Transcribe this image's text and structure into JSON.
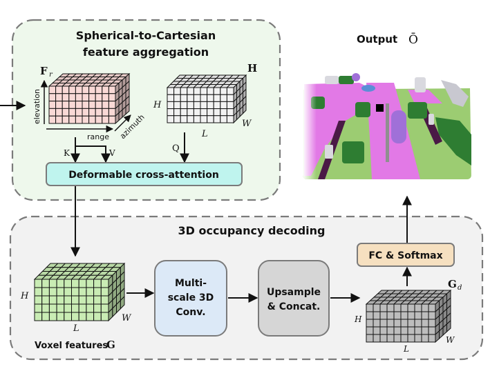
{
  "panels": {
    "aggregation": {
      "title_line1": "Spherical-to-Cartesian",
      "title_line2": "feature aggregation",
      "bg_color": "#eef8ec"
    },
    "decoding": {
      "title": "3D occupancy decoding",
      "bg_color": "#f2f2f2"
    }
  },
  "tensors": {
    "range_features": {
      "label": "F",
      "subscript": "r",
      "color": "#f9d9d6",
      "axes": {
        "vertical": "elevation",
        "horizontal": "range",
        "depth": "azimuth"
      }
    },
    "voxel_queries": {
      "label": "H",
      "color": "#f2f2f2",
      "dims": {
        "height": "H",
        "length": "L",
        "width": "W"
      }
    },
    "voxel_features": {
      "label": "G",
      "caption": "Voxel features",
      "color": "#c9ecb4",
      "dims": {
        "height": "H",
        "length": "L",
        "width": "W"
      }
    },
    "decoded_features": {
      "label": "G",
      "subscript": "d",
      "color": "#bdbdbd",
      "dims": {
        "height": "H",
        "length": "L",
        "width": "W"
      }
    }
  },
  "attention_inputs": {
    "key": "K",
    "value": "V",
    "query": "Q"
  },
  "blocks": {
    "cross_attention": {
      "label": "Deformable cross-attention",
      "color": "#bff4ee"
    },
    "multiscale_conv": {
      "line1": "Multi-",
      "line2": "scale 3D",
      "line3": "Conv.",
      "color": "#dce9f7"
    },
    "upsample": {
      "line1": "Upsample",
      "line2": "& Concat.",
      "color": "#d6d6d6"
    },
    "fc_softmax": {
      "label": "FC & Softmax",
      "color": "#f6e0c0"
    }
  },
  "output": {
    "label": "Output",
    "symbol": "Ō"
  },
  "semantic_colors": {
    "road": "#e279e6",
    "vegetation": "#2e7d32",
    "terrain": "#9ccc72",
    "sidewalk": "#4a1a46",
    "building": "#d9d9df",
    "car": "#a070d8",
    "pole": "#8f8f8f"
  }
}
